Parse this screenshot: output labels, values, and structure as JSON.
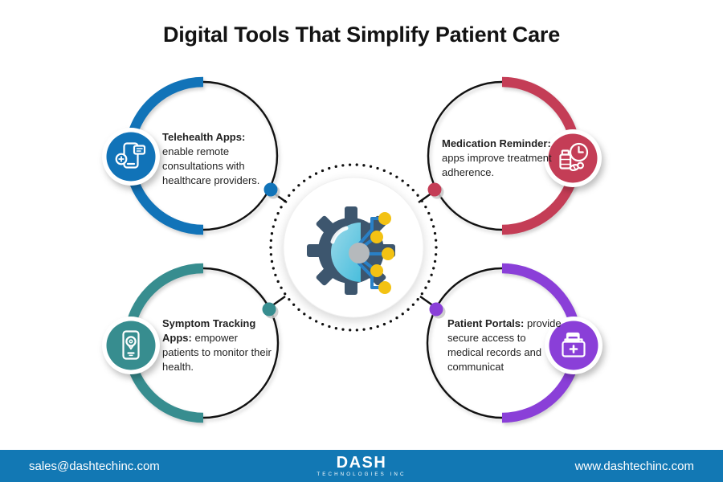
{
  "title": "Digital Tools That Simplify Patient Care",
  "nodes": [
    {
      "id": "telehealth-apps",
      "label": "Telehealth Apps:",
      "description": "enable remote consultations with healthcare providers.",
      "accent": "#1173b8",
      "icon": "telehealth-phone-icon",
      "position": "top-left"
    },
    {
      "id": "medication-reminder",
      "label": "Medication Reminder:",
      "description": "apps improve treatment adherence.",
      "accent": "#c43d56",
      "icon": "medication-clock-icon",
      "position": "top-right"
    },
    {
      "id": "symptom-tracking",
      "label": "Symptom Tracking Apps:",
      "description": "empower patients to monitor their health.",
      "accent": "#378d8f",
      "icon": "symptom-phone-pin-icon",
      "position": "bottom-left"
    },
    {
      "id": "patient-portals",
      "label": "Patient Portals:",
      "description": "provide secure access to medical records and communicat",
      "accent": "#8a3fd8",
      "icon": "patient-records-box-icon",
      "position": "bottom-right"
    }
  ],
  "center": {
    "icon": "gear-network-icon",
    "colors": {
      "gear_body": "#3d566e",
      "dome_light": "#9ad9e9",
      "dome_dark": "#49bedd",
      "hub": "#b5b9bc",
      "connector": "#2980c6",
      "node_yellow": "#f3c213"
    }
  },
  "footer": {
    "email": "sales@dashtechinc.com",
    "logo_text": "DASH",
    "logo_subtext": "TECHNOLOGIES INC",
    "website": "www.dashtechinc.com",
    "background": "#1278b4"
  }
}
